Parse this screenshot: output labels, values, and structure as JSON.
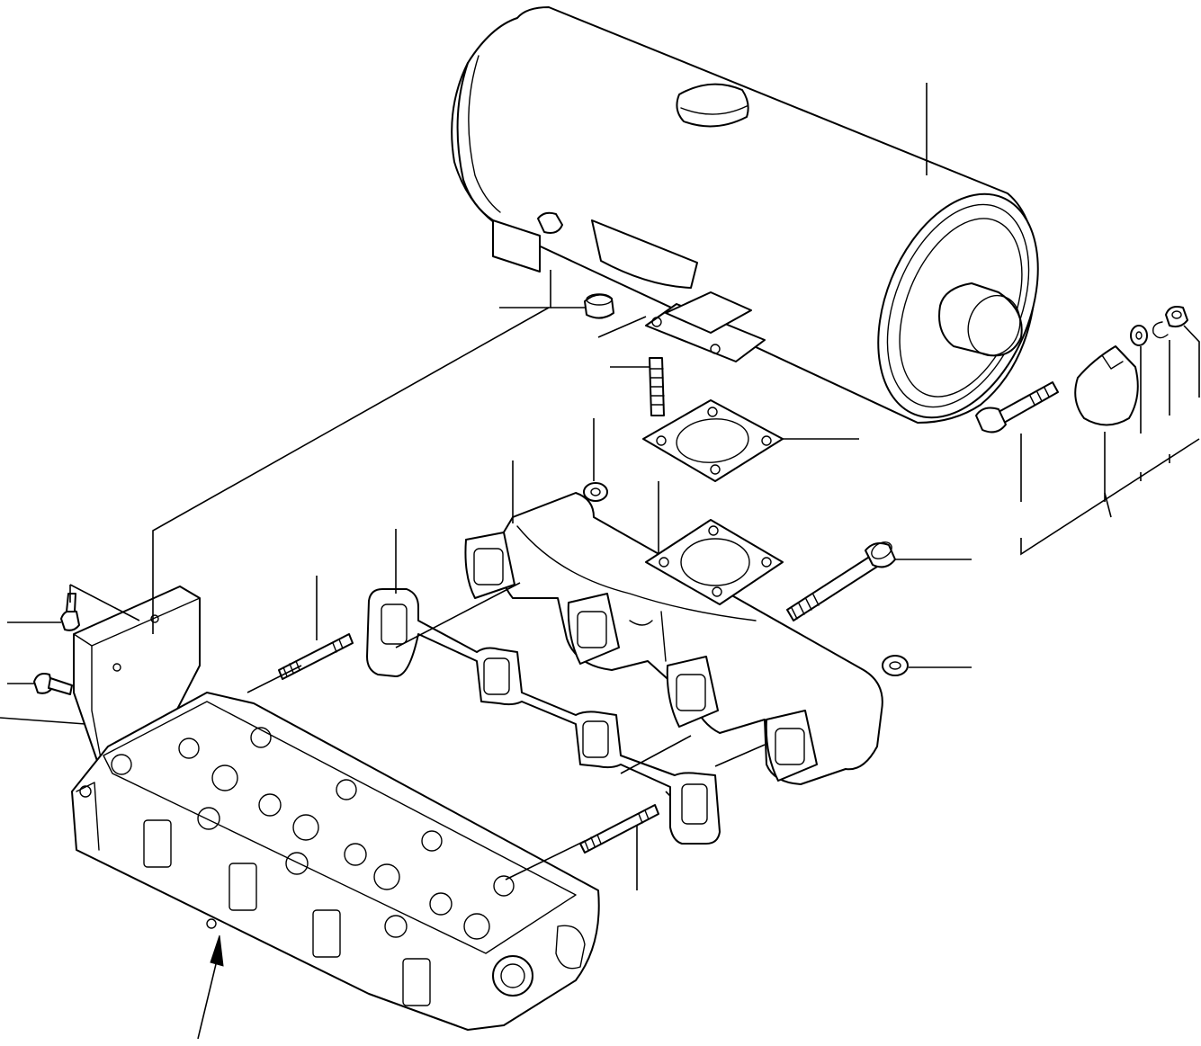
{
  "diagram": {
    "kind": "exploded-parts-view",
    "parts": [
      {
        "id": "muffler"
      },
      {
        "id": "muffler-bracket"
      },
      {
        "id": "bracket-nut"
      },
      {
        "id": "flange-stud"
      },
      {
        "id": "flange-gasket"
      },
      {
        "id": "manifold-nut"
      },
      {
        "id": "exhaust-manifold"
      },
      {
        "id": "manifold-gasket"
      },
      {
        "id": "manifold-stud-upper"
      },
      {
        "id": "manifold-stud-lower"
      },
      {
        "id": "long-bolt"
      },
      {
        "id": "manifold-nut-right"
      },
      {
        "id": "bracket-bolt-upper"
      },
      {
        "id": "bracket-bolt-lower"
      },
      {
        "id": "clamp-bolt"
      },
      {
        "id": "clamp"
      },
      {
        "id": "plain-washer"
      },
      {
        "id": "spring-washer"
      },
      {
        "id": "clamp-nut"
      },
      {
        "id": "cylinder-head"
      }
    ],
    "colors": {
      "line": "#000000",
      "background": "#ffffff"
    }
  }
}
